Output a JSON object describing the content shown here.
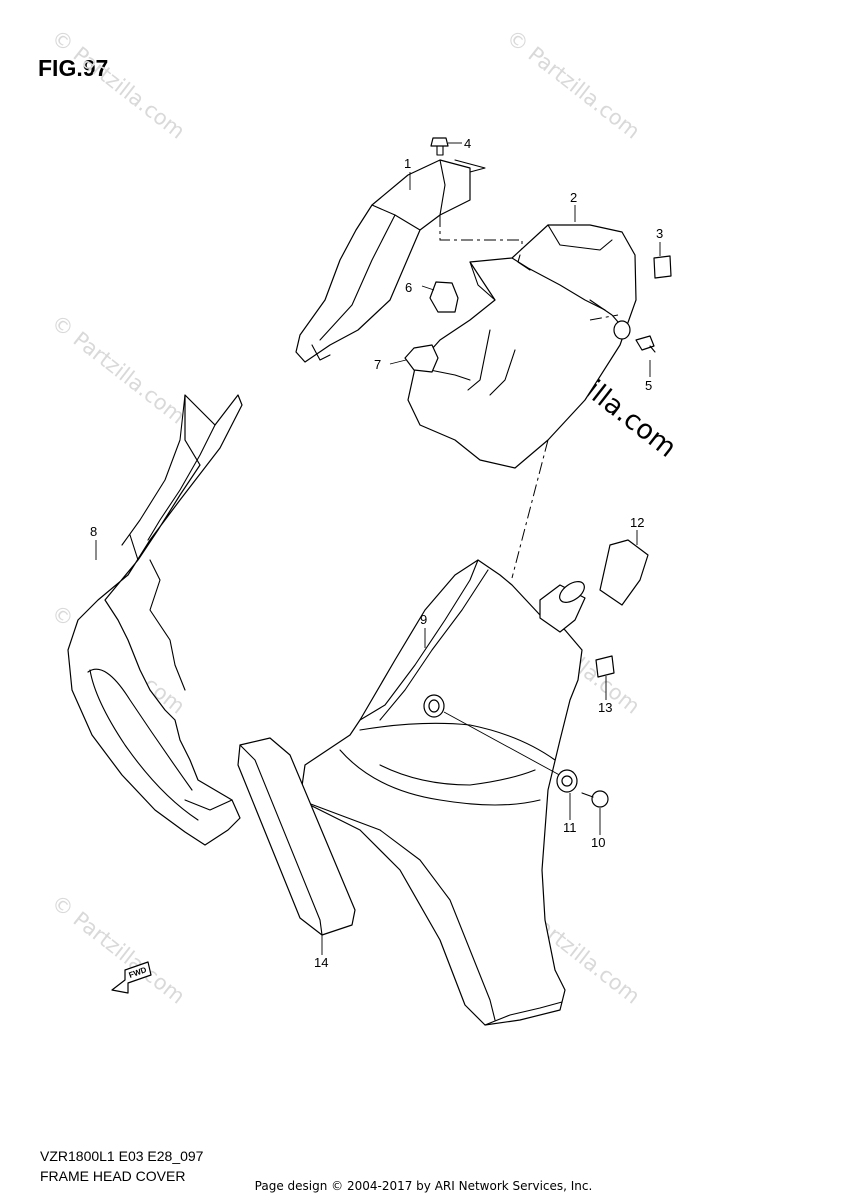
{
  "figure": {
    "title": "FIG.97",
    "model_code": "VZR1800L1 E03 E28_097",
    "caption": "FRAME HEAD COVER"
  },
  "callouts": [
    {
      "id": "c1",
      "label": "1"
    },
    {
      "id": "c2",
      "label": "2"
    },
    {
      "id": "c3",
      "label": "3"
    },
    {
      "id": "c4",
      "label": "4"
    },
    {
      "id": "c5",
      "label": "5"
    },
    {
      "id": "c6",
      "label": "6"
    },
    {
      "id": "c7",
      "label": "7"
    },
    {
      "id": "c8",
      "label": "8"
    },
    {
      "id": "c9",
      "label": "9"
    },
    {
      "id": "c10",
      "label": "10"
    },
    {
      "id": "c11",
      "label": "11"
    },
    {
      "id": "c12",
      "label": "12"
    },
    {
      "id": "c13",
      "label": "13"
    },
    {
      "id": "c14",
      "label": "14"
    }
  ],
  "fwd_label": "FWD",
  "watermark": {
    "small": "© Partzilla.com",
    "large": "© Partzilla.com"
  },
  "footer": "Page design © 2004-2017 by ARI Network Services, Inc."
}
